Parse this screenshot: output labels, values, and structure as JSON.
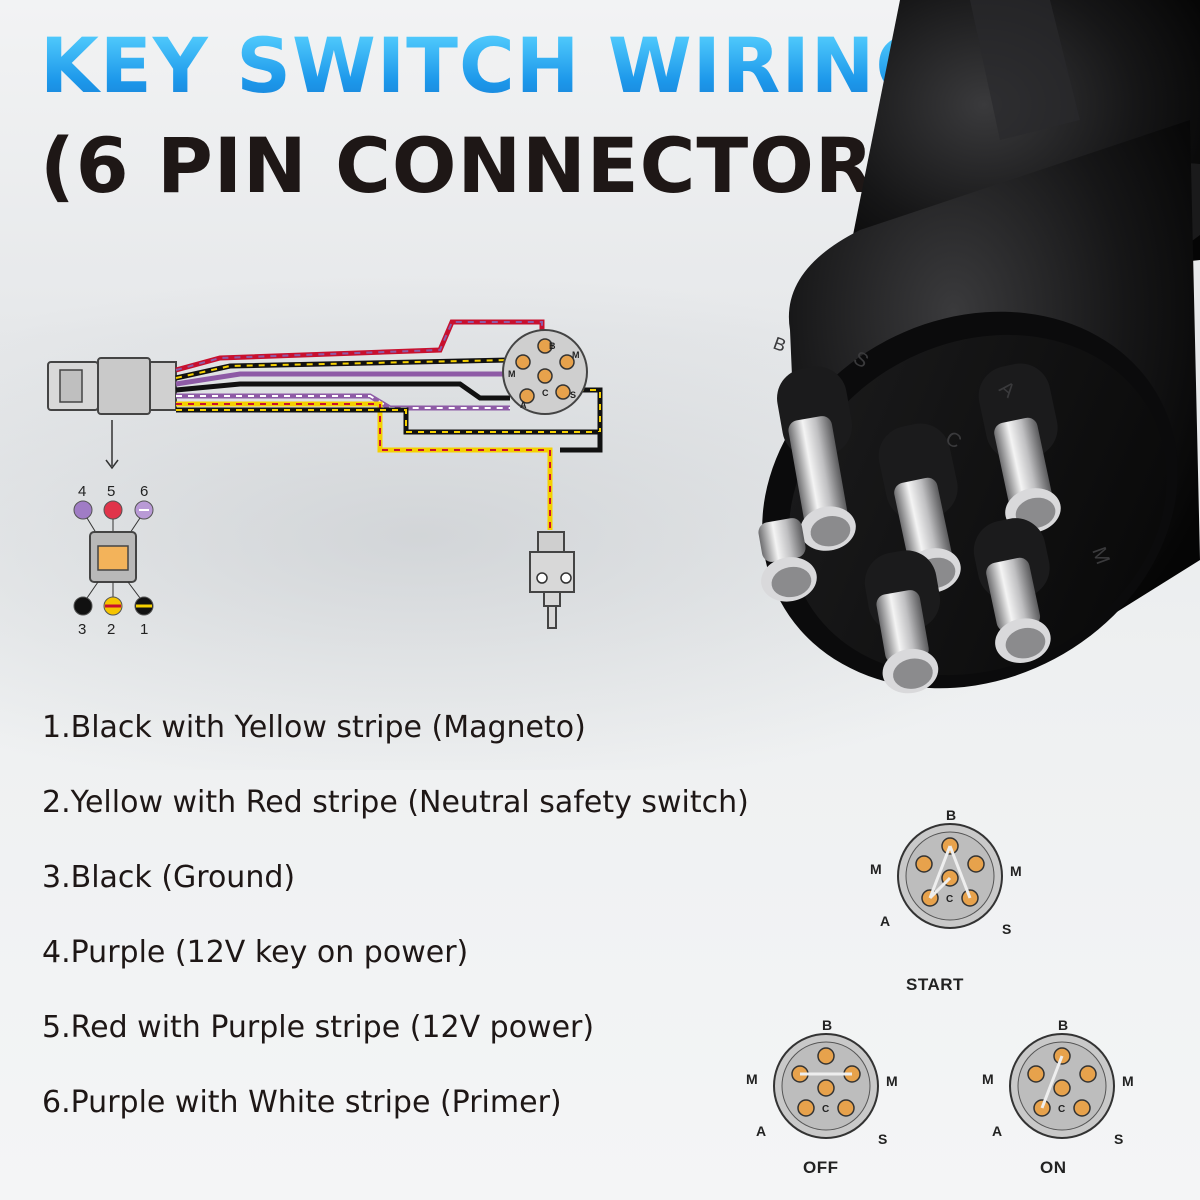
{
  "title": {
    "line1": "KEY SWITCH WIRING",
    "line2": "(6 PIN CONNECTOR)"
  },
  "plug_pins": {
    "top": [
      "4",
      "5",
      "6"
    ],
    "bottom": [
      "3",
      "2",
      "1"
    ]
  },
  "switch_pins": [
    "B",
    "M",
    "M",
    "C",
    "A",
    "S"
  ],
  "wires": [
    {
      "text": "1.Black with Yellow stripe (Magneto)"
    },
    {
      "text": "2.Yellow with Red stripe (Neutral safety switch)"
    },
    {
      "text": "3.Black (Ground)"
    },
    {
      "text": "4.Purple (12V key on power)"
    },
    {
      "text": "5.Red with Purple stripe (12V power)"
    },
    {
      "text": "6.Purple with White stripe (Primer)"
    }
  ],
  "positions": [
    {
      "name": "START",
      "labels": [
        "B",
        "M",
        "M",
        "C",
        "A",
        "S"
      ]
    },
    {
      "name": "OFF",
      "labels": [
        "B",
        "M",
        "M",
        "C",
        "A",
        "S"
      ]
    },
    {
      "name": "ON",
      "labels": [
        "B",
        "M",
        "M",
        "C",
        "A",
        "S"
      ]
    }
  ],
  "colors": {
    "title_blue": "#1fa6ee",
    "title_dark": "#1e1716",
    "wire_red": "#c8102e",
    "wire_purple": "#8e5ba6",
    "wire_yellow": "#f5d000",
    "wire_black": "#111111",
    "pin_orange": "#e7a24c"
  }
}
